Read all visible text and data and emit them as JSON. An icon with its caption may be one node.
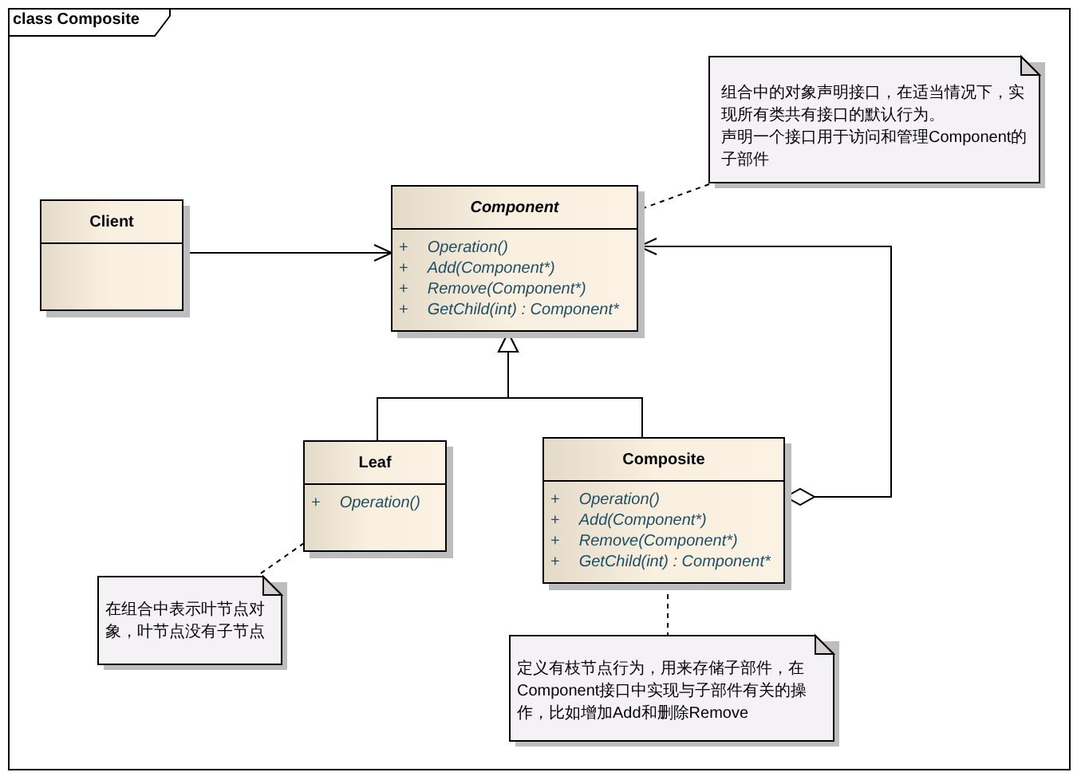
{
  "diagram": {
    "title": "class Composite",
    "nodes": [
      {
        "text": [
          "Client"
        ]
      },
      {
        "text": [
          "Component",
          "+",
          "Operation()",
          "+",
          "Add(Component*)",
          "+",
          "Remove(Component*)",
          "+",
          "GetChild(int) : Component*"
        ]
      },
      {
        "text": [
          "组合中的对象声明接口，在适当情况下，实现所有类共有接口的默认行为。",
          "声明一个接口用于访问和管理Component的子部件"
        ]
      },
      {
        "text": [
          "Leaf",
          "+",
          "Operation()"
        ]
      },
      {
        "text": [
          "Composite",
          "+",
          "Operation()",
          "+",
          "Add(Component*)",
          "+",
          "Remove(Component*)",
          "+",
          "GetChild(int) : Component*"
        ]
      },
      {
        "text": [
          "在组合中表示叶节点对象，叶节点没有子节点"
        ]
      },
      {
        "text": [
          "定义有枝节点行为，用来存储子部件，在Component接口中实现与子部件有关的操作，比如增加Add和删除Remove"
        ]
      }
    ],
    "edges": [
      {
        "from": 0,
        "to": 1,
        "arrow": "to"
      },
      {
        "from": 2,
        "to": 1,
        "arrow": "none",
        "style": "dashed"
      },
      {
        "from": 3,
        "to": 1,
        "arrow": "to"
      },
      {
        "from": 4,
        "to": 1,
        "arrow": "to"
      },
      {
        "from": 4,
        "to": 1,
        "arrow": "to"
      },
      {
        "from": 3,
        "to": 5,
        "arrow": "none",
        "style": "dashed"
      },
      {
        "from": 4,
        "to": 6,
        "arrow": "none",
        "style": "dashed"
      }
    ]
  }
}
